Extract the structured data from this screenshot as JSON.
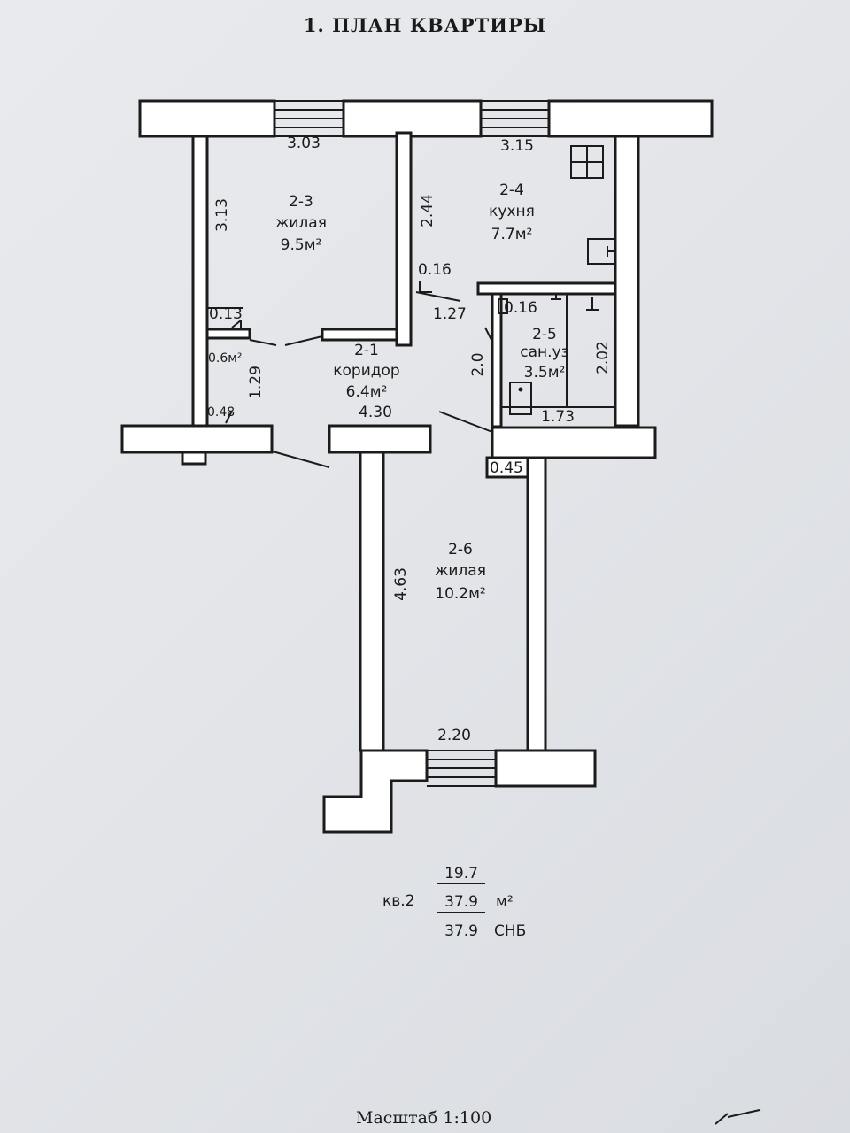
{
  "title": "1. ПЛАН КВАРТИРЫ",
  "scale": "Масштаб 1:100",
  "rooms": {
    "r23": {
      "id": "2-3",
      "name": "жилая",
      "area": "9.5м²"
    },
    "r24": {
      "id": "2-4",
      "name": "кухня",
      "area": "7.7м²"
    },
    "r21": {
      "id": "2-1",
      "name": "коридор",
      "area": "6.4м²"
    },
    "r25": {
      "id": "2-5",
      "name": "сан.уз",
      "area": "3.5м²"
    },
    "r26": {
      "id": "2-6",
      "name": "жилая",
      "area": "10.2м²"
    }
  },
  "dims": {
    "d303": "3.03",
    "d315": "3.15",
    "d313": "3.13",
    "d244": "2.44",
    "d016a": "0.16",
    "d127": "1.27",
    "d016b": "0.16",
    "d013": "0.13",
    "d06": "0.6м²",
    "d129": "1.29",
    "d048": "0.48",
    "d430": "4.30",
    "d20": "2.0",
    "d202": "2.02",
    "d173": "1.73",
    "d045": "0.45",
    "d463": "4.63",
    "d220": "2.20"
  },
  "summary": {
    "label": "кв.2",
    "living": "19.7",
    "total": "37.9",
    "unit": "м²",
    "snb": "37.9",
    "snb_label": "СНБ"
  }
}
